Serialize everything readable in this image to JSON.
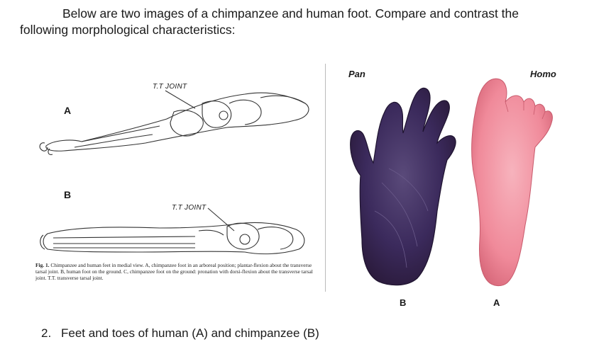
{
  "intro": {
    "line1": "Below are two images of a chimpanzee and human foot. Compare and contrast the",
    "line2": "following morphological characteristics:"
  },
  "figure_left": {
    "label_a": "A",
    "label_b": "B",
    "joint_label_a": "T.T JOINT",
    "joint_label_b": "T.T JOINT",
    "caption_fig": "Fig. 1.",
    "caption_text": "Chimpanzee and human feet in medial view. A, chimpanzee foot in an arboreal position; plantar-flexion about the transverse tarsal joint. B, human foot on the ground. C, chimpanzee foot on the ground: pronation with dorsi-flexion about the transverse tarsal joint. T.T. transverse tarsal joint."
  },
  "figure_right": {
    "pan_label": "Pan",
    "homo_label": "Homo",
    "foot_b_label": "B",
    "foot_a_label": "A",
    "colors": {
      "chimp_foot": "#3b2a5c",
      "human_foot": "#f08a9a"
    }
  },
  "question2": {
    "number": "2.",
    "text": "Feet and toes of human (A) and chimpanzee (B)"
  }
}
